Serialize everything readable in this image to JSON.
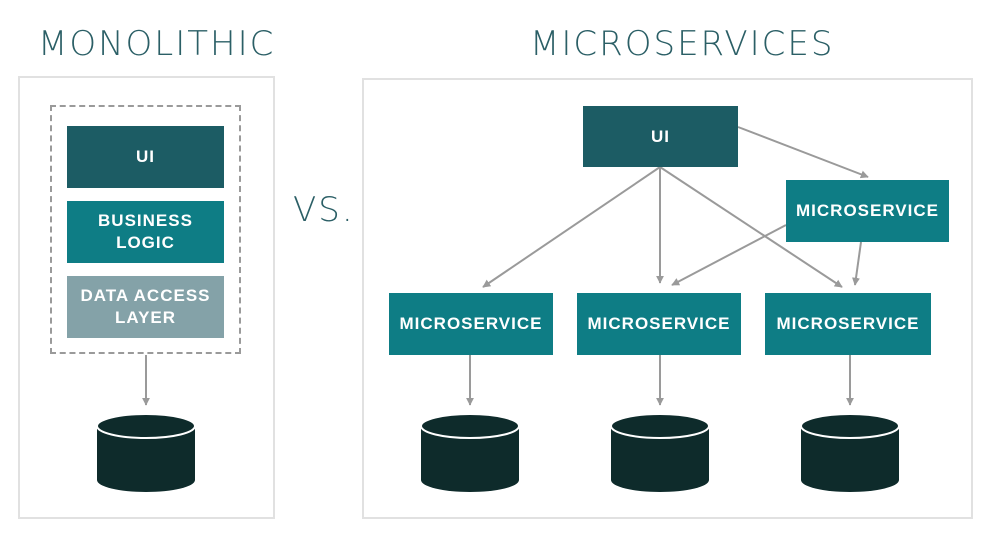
{
  "monolithic": {
    "title": "MONOLITHIC",
    "layers": [
      "UI",
      "BUSINESS LOGIC",
      "DATA ACCESS LAYER"
    ]
  },
  "vs_label": "VS.",
  "microservices": {
    "title": "MICROSERVICES",
    "ui_label": "UI",
    "service_label": "MICROSERVICE"
  },
  "colors": {
    "title_text": "#2b5f66",
    "ui_box": "#1c5c64",
    "service_box": "#0e7d85",
    "data_access_box": "#84a2a8",
    "database": "#0e2b2b",
    "arrow": "#9a9a9a",
    "panel_border": "#e1e1e1"
  }
}
